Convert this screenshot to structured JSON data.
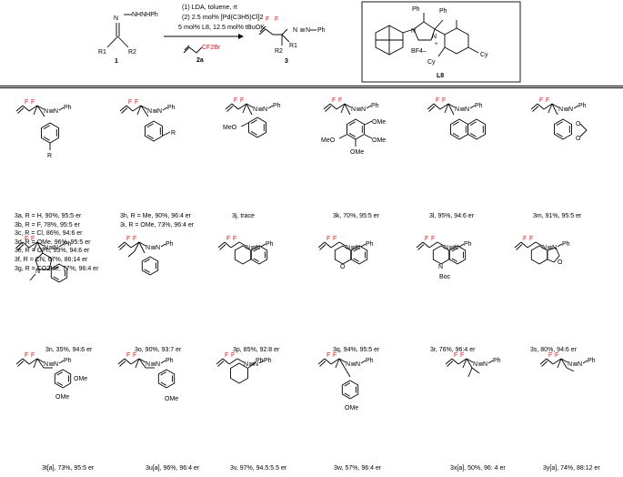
{
  "header": {
    "conditions": [
      "(1) LDA, toluene, rt",
      "(2) 2.5 mol% [Pd(C3H5)Cl]2",
      "5 mol% L8, 12.5 mol% tBuOK"
    ],
    "reagent_label": "2a",
    "reagent_atoms": "CF2Br",
    "substrate_label": "1",
    "product_label": "3",
    "substrate_atoms": {
      "nhnhph": "NHNHPh",
      "r1": "R1",
      "r2": "R2",
      "n": "N"
    },
    "product_atoms": {
      "r1": "R1",
      "r2": "R2",
      "nph": "Ph",
      "n1": "N",
      "n2": "N"
    },
    "ligand_label": "L8",
    "ligand_atoms": {
      "ph1": "Ph",
      "ph2": "Ph",
      "cy1": "Cy",
      "cy2": "Cy",
      "n1": "N",
      "n2": "N",
      "bf4": "BF4–",
      "plus": "+"
    }
  },
  "atoms": {
    "F": "F",
    "N": "N",
    "Ph": "Ph",
    "R": "R",
    "MeO": "MeO",
    "OMe": "OMe",
    "O": "O",
    "Boc": "Boc",
    "Bn_Ph": "Ph"
  },
  "rows": [
    {
      "items": [
        {
          "id": "3a-3g",
          "lines": [
            "3a, R = H, 90%, 95:5 er",
            "3b, R = F, 78%, 95:5 er",
            "3c, R = Cl, 86%, 94:6 er",
            "3d, R = OMe, 96%, 95:5 er",
            "3e, R = OPh, 93%, 94:6 er",
            "3f, R = CN, 67%, 86:14 er",
            "3g, R = CO2Me, 77%, 96:4 er"
          ]
        },
        {
          "id": "3h-3i",
          "lines": [
            "3h, R = Me, 90%, 96:4 er",
            "3i, R = OMe, 73%, 96:4 er"
          ]
        },
        {
          "id": "3j",
          "caption": "3j, trace"
        },
        {
          "id": "3k",
          "caption": "3k, 70%, 95:5 er"
        },
        {
          "id": "3l",
          "caption": "3l, 95%, 94:6 er"
        },
        {
          "id": "3m",
          "caption": "3m, 91%, 95:5 er"
        }
      ]
    },
    {
      "items": [
        {
          "id": "3n",
          "caption": "3n, 35%, 94:6 er"
        },
        {
          "id": "3o",
          "caption": "3o, 90%, 93:7 er"
        },
        {
          "id": "3p",
          "caption": "3p, 85%, 92:8 er"
        },
        {
          "id": "3q",
          "caption": "3q, 94%, 95:5 er"
        },
        {
          "id": "3r",
          "caption": "3r, 76%, 96:4 er"
        },
        {
          "id": "3s",
          "caption": "3s, 80%, 94:6 er"
        }
      ]
    },
    {
      "items": [
        {
          "id": "3t",
          "caption": "3t[a], 73%, 95:5 er"
        },
        {
          "id": "3u",
          "caption": "3u[a], 96%, 96:4 er"
        },
        {
          "id": "3v",
          "caption": "3v, 97%, 94.5:5.5 er"
        },
        {
          "id": "3w",
          "caption": "3w, 57%, 96:4 er"
        },
        {
          "id": "3x",
          "caption": "3x[a], 50%, 96: 4 er"
        },
        {
          "id": "3y",
          "caption": "3y[a], 74%, 88:12 er"
        }
      ]
    }
  ],
  "colors": {
    "fluorine": "#d8141d",
    "bond": "#000000"
  }
}
